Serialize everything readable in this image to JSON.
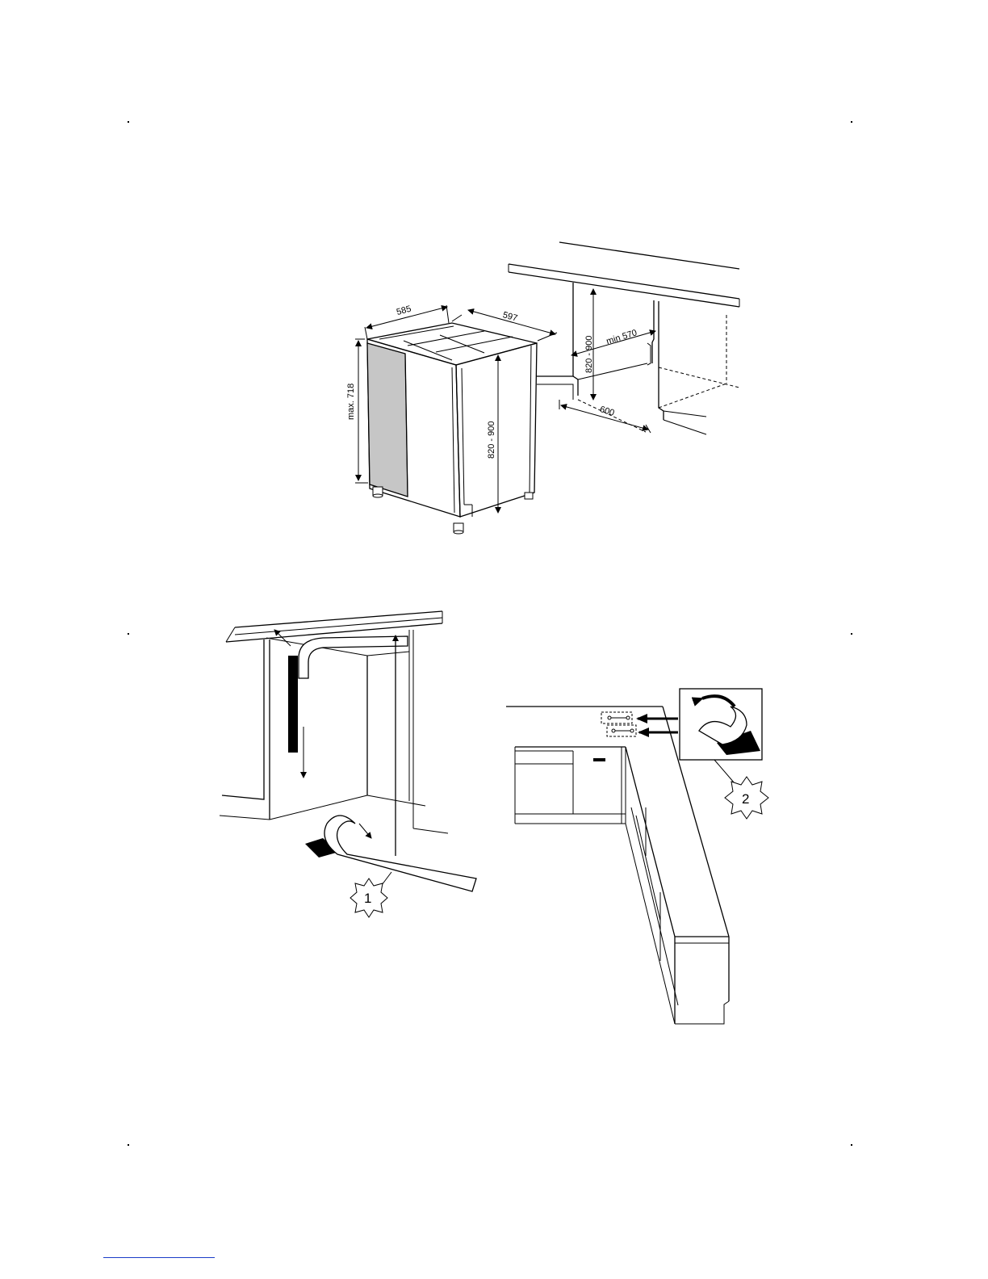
{
  "figure_top": {
    "dimensions": {
      "depth": "585",
      "width": "597",
      "height_left": "max. 718",
      "height_right": "820 - 900",
      "niche_height": "820 - 900",
      "niche_width": "min 570",
      "niche_depth": "600"
    }
  },
  "figure_bottom_left": {
    "callout": "1"
  },
  "figure_bottom_right": {
    "callout": "2"
  },
  "colors": {
    "line": "#000000",
    "panel_fill": "#c6c6c6",
    "footer_rule": "#1a3cc8"
  }
}
